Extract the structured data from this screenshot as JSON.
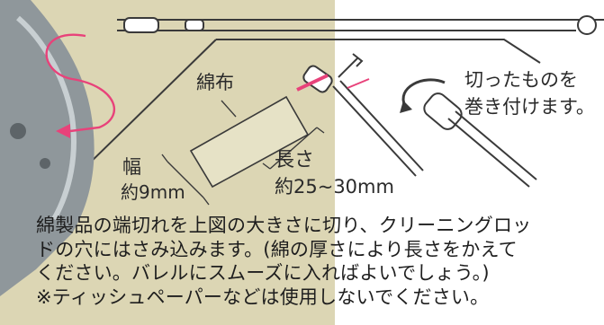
{
  "labels": {
    "cloth": "綿布",
    "width_title": "幅",
    "width_value": "約9mm",
    "length_title": "長さ",
    "length_value": "約25~30mm",
    "wrap_note_line1": "切ったものを",
    "wrap_note_line2": "巻き付けます。"
  },
  "instructions": {
    "line1": "綿製品の端切れを上図の大きさに切り、クリーニングロッ",
    "line2": "ドの穴にはさみ込みます。(綿の厚さにより長さをかえて",
    "line3": "ください。バレルにスムーズに入ればよいでしょう。)",
    "line4": "※ティッシュペーパーなどは使用しないでください。"
  },
  "colors": {
    "tan_panel": "#dcd6b4",
    "line": "#3a3a3a",
    "accent_pink": "#e8427a",
    "cloth_fill": "#e6e2c6",
    "gray_object": "#8f979b"
  },
  "icons": [
    "cleaning-rod-icon",
    "cloth-strip-icon",
    "wrap-arrow-icon",
    "pink-arrow-icon",
    "air-gun-icon"
  ]
}
